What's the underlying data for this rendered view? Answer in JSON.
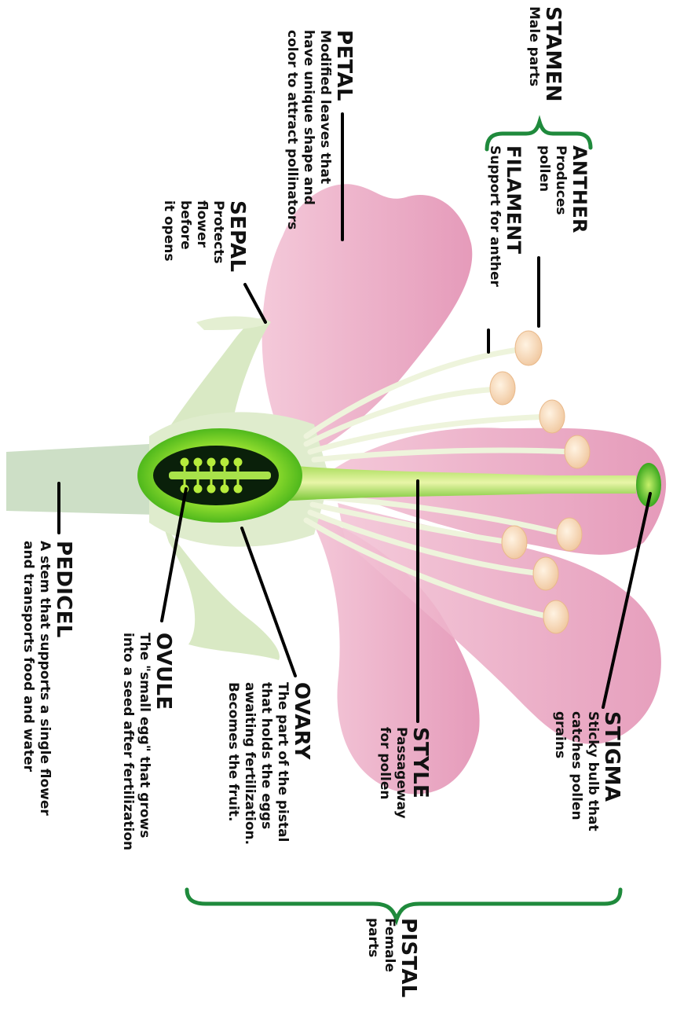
{
  "colors": {
    "petal": "#e7a3bd",
    "sepal": "#d9e9c4",
    "pedicel": "#cfdfc5",
    "ovary": "#45c21a",
    "anther": "#f5d2ae",
    "bracket": "#1f8a3c"
  },
  "labels": {
    "stamen": {
      "heading": "STAMEN",
      "desc": [
        "Male parts"
      ]
    },
    "anther": {
      "heading": "ANTHER",
      "desc": [
        "Produces",
        "pollen"
      ]
    },
    "filament": {
      "heading": "FILAMENT",
      "desc": [
        "Support for anther"
      ]
    },
    "petal": {
      "heading": "PETAL",
      "desc": [
        "Modified leaves that",
        "have unique shape and",
        "color to attract pollinators"
      ]
    },
    "sepal": {
      "heading": "SEPAL",
      "desc": [
        "Protects",
        "flower",
        "before",
        "it opens"
      ]
    },
    "stigma": {
      "heading": "STIGMA",
      "desc": [
        "Sticky bulb that",
        "catches pollen",
        "grains"
      ]
    },
    "style": {
      "heading": "STYLE",
      "desc": [
        "Passageway",
        "for pollen"
      ]
    },
    "ovary": {
      "heading": "OVARY",
      "desc": [
        "The part of the pistal",
        "that holds the eggs",
        "awaiting fertilization.",
        "Becomes the fruit."
      ]
    },
    "ovule": {
      "heading": "OVULE",
      "desc": [
        "The \"small egg\" that grows",
        "into a seed after fertilization"
      ]
    },
    "pedicel": {
      "heading": "PEDICEL",
      "desc": [
        "A stem that supports a single flower",
        "and transports food and water"
      ]
    },
    "pistal": {
      "heading": "PISTAL",
      "desc": [
        "Female",
        "parts"
      ]
    }
  }
}
